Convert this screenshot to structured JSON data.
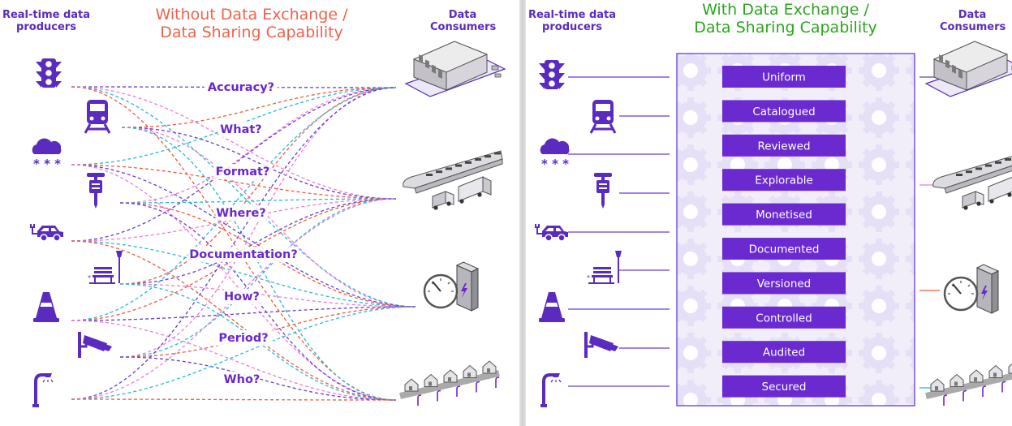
{
  "left": {
    "producers_header": "Real-time data producers",
    "consumers_header": "Data Consumers",
    "title_line1": "Without Data Exchange /",
    "title_line2": "Data Sharing Capability",
    "questions": [
      "Accuracy?",
      "What?",
      "Format?",
      "Where?",
      "Documentation?",
      "How?",
      "Period?",
      "Who?"
    ]
  },
  "right": {
    "producers_header": "Real-time data producers",
    "consumers_header": "Data Consumers",
    "title_line1": "With Data Exchange /",
    "title_line2": "Data Sharing Capability",
    "capabilities": [
      "Uniform",
      "Catalogued",
      "Reviewed",
      "Explorable",
      "Monetised",
      "Documented",
      "Versioned",
      "Controlled",
      "Audited",
      "Secured"
    ]
  },
  "producers": [
    "traffic-light-icon",
    "train-icon",
    "weather-icon",
    "jackhammer-icon",
    "electric-car-icon",
    "park-bench-icon",
    "traffic-cone-icon",
    "cctv-camera-icon",
    "street-light-icon"
  ],
  "consumers": [
    "warehouse-icon",
    "train-and-trucks-icon",
    "energy-meter-icon",
    "housing-icon"
  ],
  "colors": {
    "purple": "#5b2bbf",
    "capability_box": "#6a2ad0",
    "title_without": "#f1624b",
    "title_with": "#2aa61d",
    "line_purple": "#6a3bd6",
    "line_red": "#f05a3a",
    "line_cyan": "#27b8d8",
    "line_pink": "#f07ad8"
  }
}
